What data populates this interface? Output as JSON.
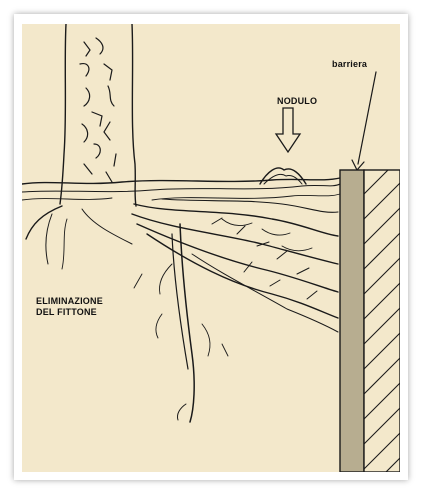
{
  "labels": {
    "barrier": "barriera",
    "nodule": "NODULO",
    "taproot_line1": "ELIMINAZIONE",
    "taproot_line2": "DEL FITTONE"
  },
  "colors": {
    "background": "#f3e8cb",
    "barrier_front": "#b7ad90",
    "ink": "#1a1a1a"
  }
}
